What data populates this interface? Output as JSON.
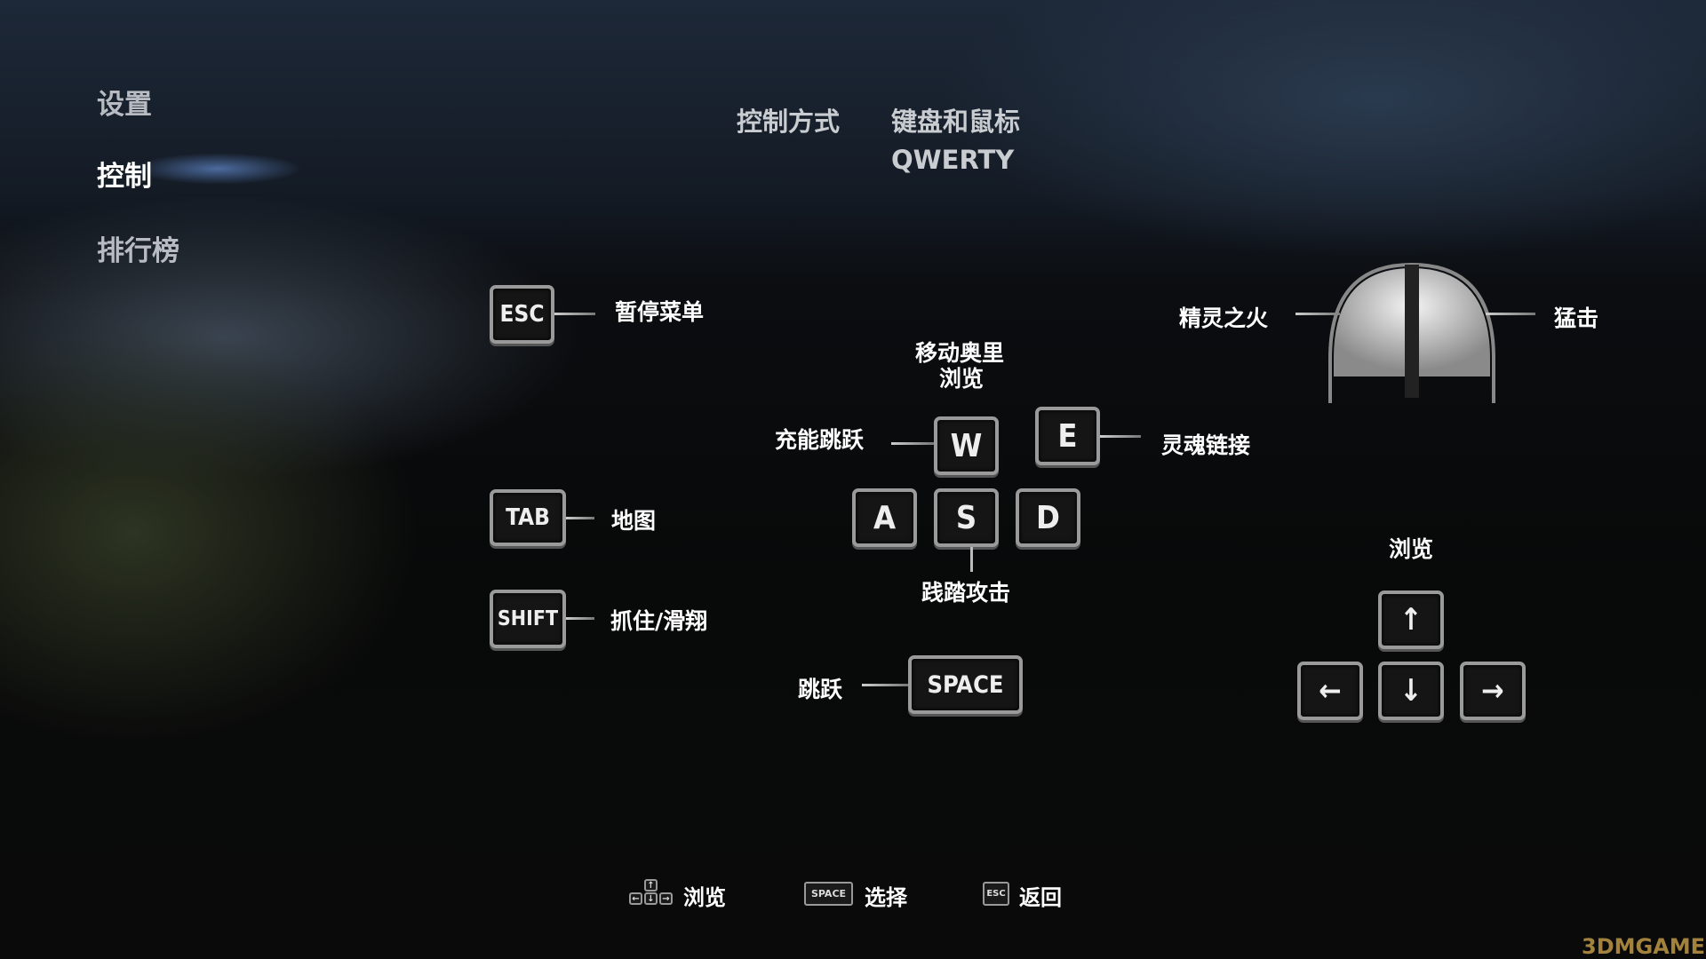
{
  "sidebar": {
    "items": [
      {
        "label": "设置"
      },
      {
        "label": "控制",
        "active": true
      },
      {
        "label": "排行榜"
      }
    ]
  },
  "header": {
    "control_label": "控制方式",
    "control_value": "键盘和鼠标",
    "layout_value": "QWERTY"
  },
  "keys": {
    "esc": {
      "key": "ESC",
      "action": "暂停菜单"
    },
    "tab": {
      "key": "TAB",
      "action": "地图"
    },
    "shift": {
      "key": "SHIFT",
      "action": "抓住/滑翔"
    },
    "w": {
      "key": "W",
      "action": "充能跳跃"
    },
    "e": {
      "key": "E",
      "action": "灵魂链接"
    },
    "a": {
      "key": "A"
    },
    "s": {
      "key": "S",
      "action": "践踏攻击"
    },
    "d": {
      "key": "D"
    },
    "wasd_top": "移动奥里",
    "wasd_top2": "浏览",
    "space": {
      "key": "SPACE",
      "action": "跳跃"
    },
    "mouse_left": "精灵之火",
    "mouse_right": "猛击",
    "arrows_label": "浏览",
    "arrow_up": "↑",
    "arrow_left": "←",
    "arrow_down": "↓",
    "arrow_right": "→"
  },
  "footer": {
    "browse": "浏览",
    "select_key": "SPACE",
    "select": "选择",
    "back_key": "ESC",
    "back": "返回"
  },
  "watermark": "3DMGAME"
}
